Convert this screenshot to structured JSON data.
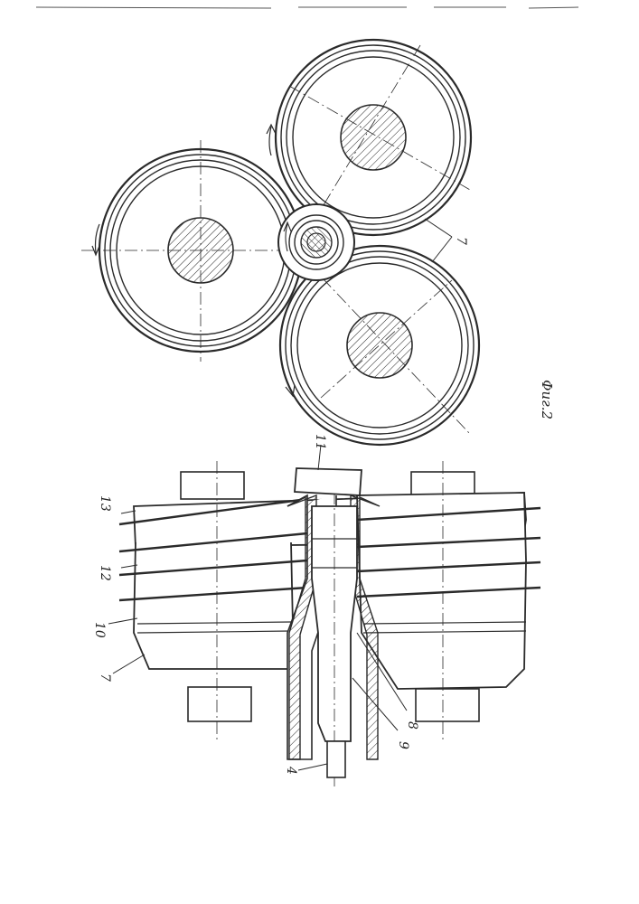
{
  "figure_caption": "Фиг.2",
  "labels": {
    "roll": "7",
    "roll_fig2": "7",
    "mandrel": "8",
    "blank": "9",
    "rod": "4",
    "cone": "10",
    "ridge": "12",
    "ridge_end": "13",
    "cutter": "11"
  },
  "colors": {
    "ink": "#2a2a2a",
    "paper": "#ffffff"
  }
}
